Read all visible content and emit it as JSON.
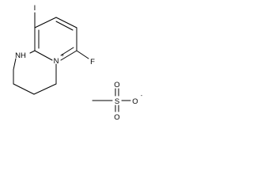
{
  "molecule": {
    "cation": {
      "iodine_label": "I",
      "nh_label": "NH",
      "n_label": "N",
      "n_charge": "+",
      "fluorine_label": "F"
    },
    "anion": {
      "sulfur_label": "S",
      "oxygen_top_label": "O",
      "oxygen_bottom_label": "O",
      "oxygen_right_label": "O",
      "oxygen_charge": "-"
    }
  }
}
